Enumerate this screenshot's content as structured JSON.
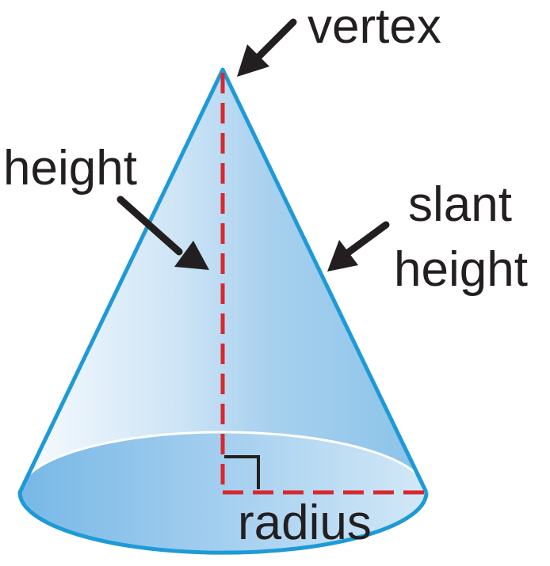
{
  "labels": {
    "vertex": "vertex",
    "height": "height",
    "slant_height_line1": "slant",
    "slant_height_line2": "height",
    "radius": "radius"
  },
  "colors": {
    "outline": "#1e9ad6",
    "fill_light": "#f4f9fd",
    "fill_mid": "#b3d6f0",
    "fill_dark": "#7fbce6",
    "dashed_line": "#d7282f",
    "arrow": "#231f20",
    "text": "#231f20"
  }
}
